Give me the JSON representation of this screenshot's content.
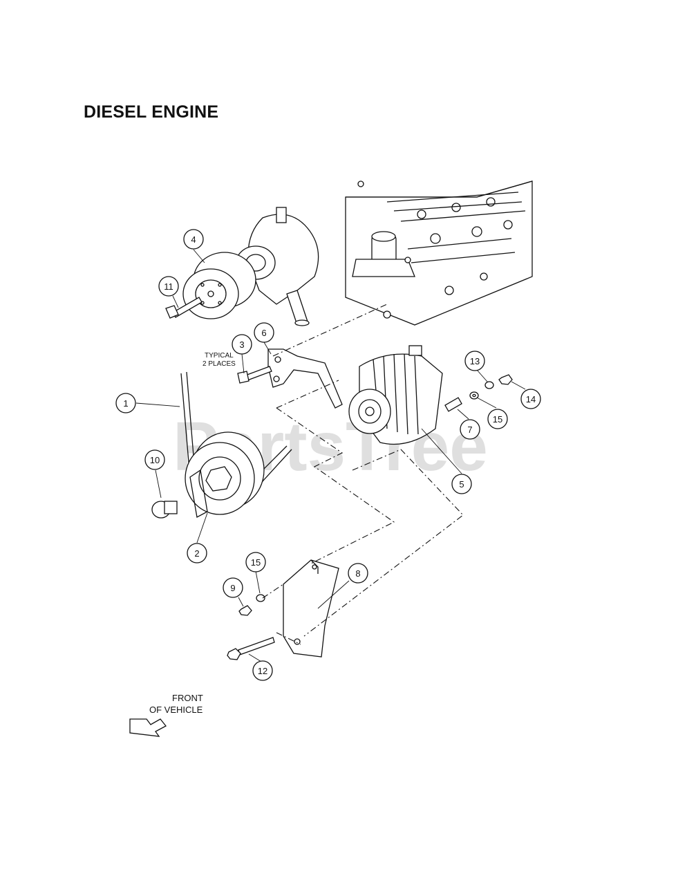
{
  "title": "DIESEL ENGINE",
  "watermark": "PartsTree",
  "notes": {
    "typical_line1": "TYPICAL",
    "typical_line2": "2 PLACES",
    "front_line1": "FRONT",
    "front_line2": "OF VEHICLE"
  },
  "callouts": [
    {
      "id": "c1",
      "label": "1"
    },
    {
      "id": "c2",
      "label": "2"
    },
    {
      "id": "c3",
      "label": "3"
    },
    {
      "id": "c4",
      "label": "4"
    },
    {
      "id": "c5",
      "label": "5"
    },
    {
      "id": "c6",
      "label": "6"
    },
    {
      "id": "c7",
      "label": "7"
    },
    {
      "id": "c8",
      "label": "8"
    },
    {
      "id": "c9",
      "label": "9"
    },
    {
      "id": "c10",
      "label": "10"
    },
    {
      "id": "c11",
      "label": "11"
    },
    {
      "id": "c12",
      "label": "12"
    },
    {
      "id": "c13",
      "label": "13"
    },
    {
      "id": "c14",
      "label": "14"
    },
    {
      "id": "c15a",
      "label": "15"
    },
    {
      "id": "c15b",
      "label": "15"
    }
  ],
  "icons": {
    "front_arrow": "arrow-left-down-icon"
  }
}
